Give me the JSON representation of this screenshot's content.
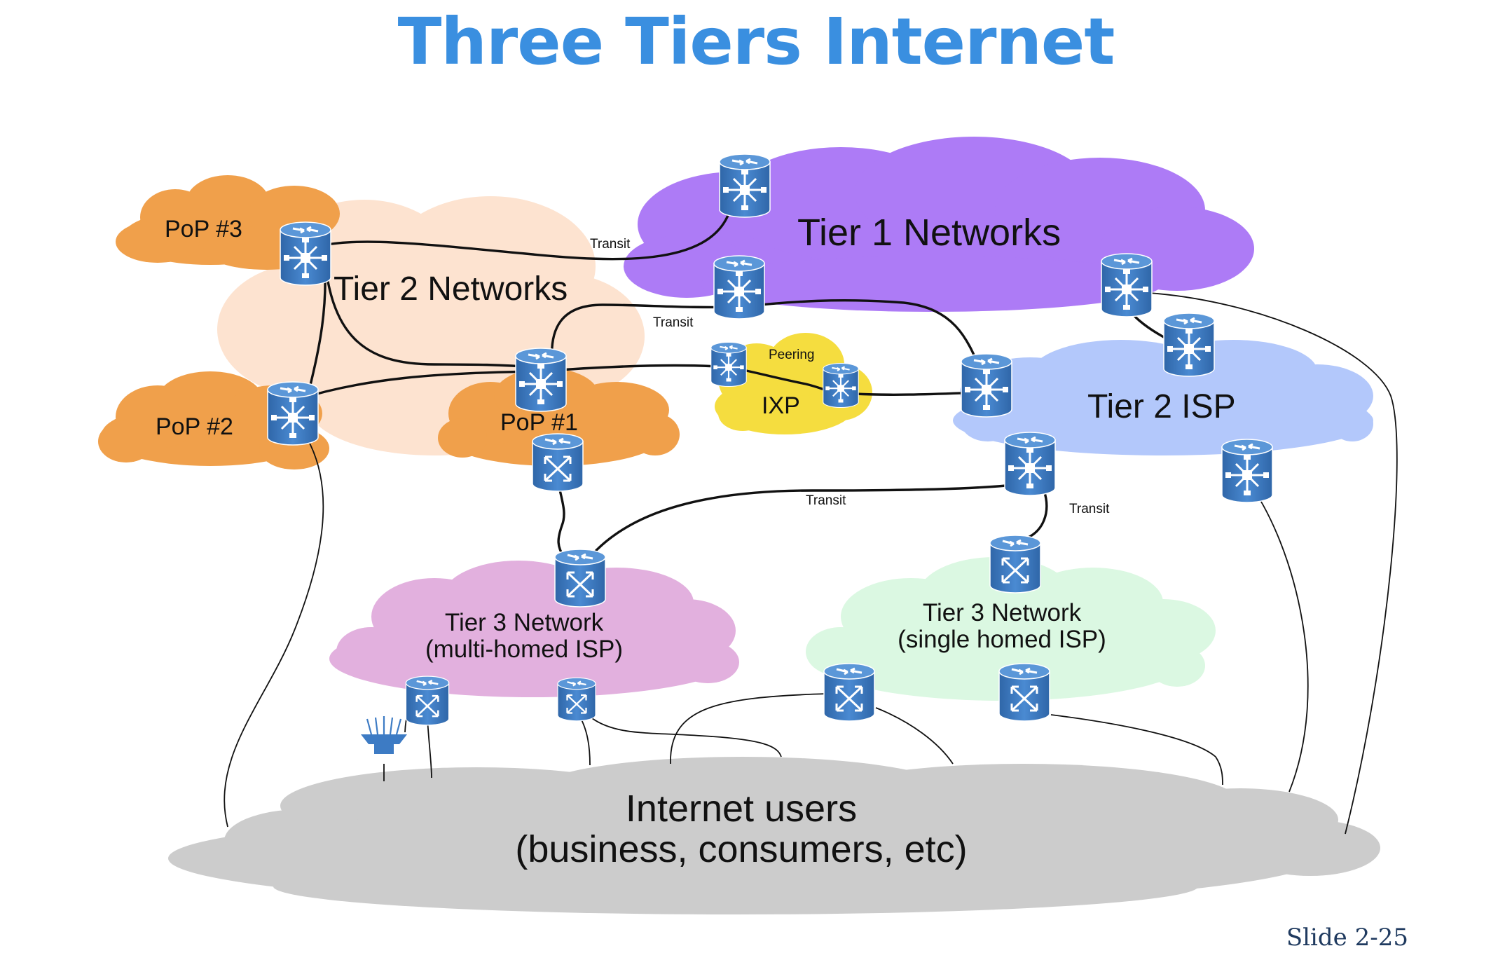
{
  "slide": {
    "title": "Three Tiers Internet",
    "number": "Slide 2-25"
  },
  "clouds": {
    "tier1": "Tier 1 Networks",
    "tier2_networks": "Tier 2 Networks",
    "pop3": "PoP #3",
    "pop2": "PoP #2",
    "pop1": "PoP #1",
    "ixp": "IXP",
    "tier2_isp": "Tier 2 ISP",
    "tier3_multi": [
      "Tier 3 Network",
      "(multi-homed ISP)"
    ],
    "tier3_single": [
      "Tier 3 Network",
      "(single homed ISP)"
    ],
    "users": [
      "Internet users",
      "(business, consumers, etc)"
    ]
  },
  "link_labels": {
    "transit_top": "Transit",
    "transit_mid": "Transit",
    "peering": "Peering",
    "transit_low": "Transit",
    "transit_right": "Transit"
  },
  "colors": {
    "title": "#3a8fe0",
    "tier1": "#ad7bf6",
    "tier2_networks": "#fde3d0",
    "pop": "#f0a04b",
    "ixp": "#f5dd3f",
    "tier2_isp": "#b3c8fb",
    "tier3_multi": "#e2b0de",
    "tier3_single": "#dbf8e2",
    "users": "#cccccc",
    "device": "#3d7bc4"
  },
  "icons": {
    "router": "router-icon",
    "switch": "switch-icon",
    "antenna": "wireless-access-point-icon"
  }
}
